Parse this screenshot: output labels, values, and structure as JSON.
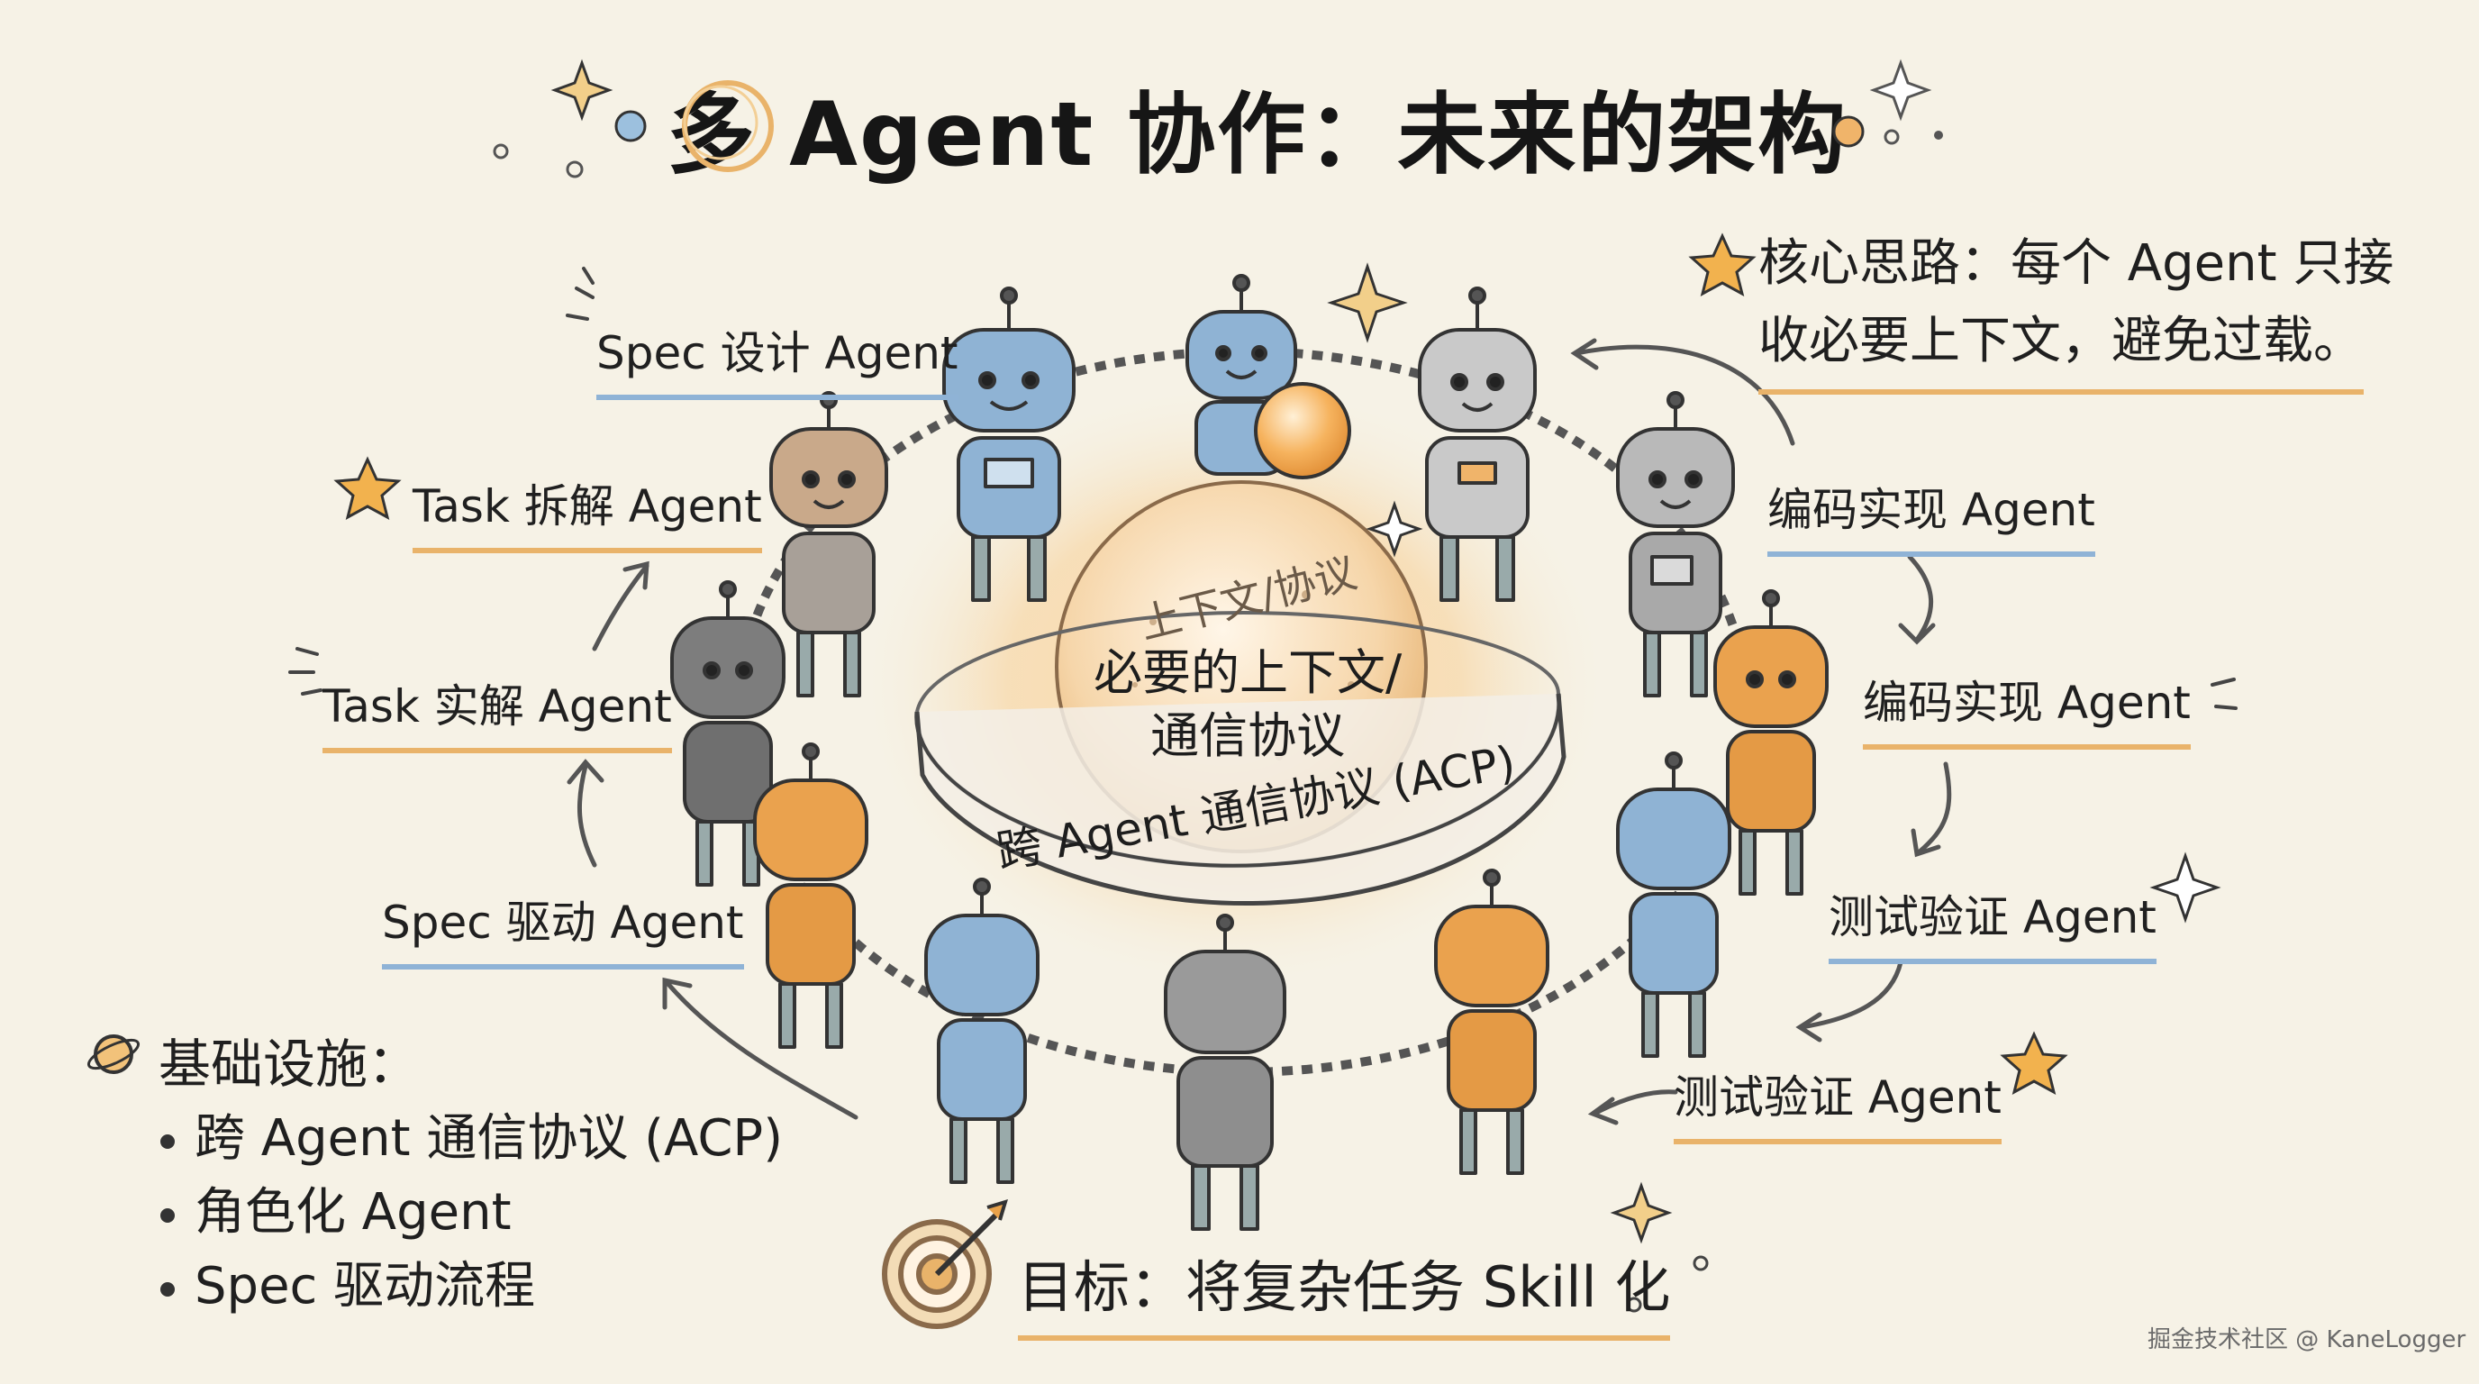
{
  "title": "多 Agent 协作：未来的架构",
  "core_idea": {
    "line1": "核心思路：每个 Agent 只接",
    "line2": "收必要上下文，避免过载。"
  },
  "center": {
    "sphere_top": "上下文/协议",
    "sphere_line1": "必要的上下文/",
    "sphere_line2": "通信协议",
    "band": "跨 Agent 通信协议 (ACP)"
  },
  "left_labels": [
    "Spec 设计 Agent",
    "Task 拆解 Agent",
    "Task 实解 Agent",
    "Spec 驱动 Agent"
  ],
  "right_labels": [
    "编码实现 Agent",
    "编码实现 Agent",
    "测试验证 Agent",
    "测试验证 Agent"
  ],
  "infrastructure": {
    "title": "基础设施：",
    "items": [
      "跨 Agent 通信协议 (ACP)",
      "角色化 Agent",
      "Spec 驱动流程"
    ]
  },
  "goal": "目标：将复杂任务 Skill 化",
  "watermark": "掘金技术社区 @ KaneLogger",
  "colors": {
    "background": "#f6f2e6",
    "accent_orange": "#e9a24a",
    "accent_blue": "#8fb3d6",
    "robot_blue": "#8fb3d4",
    "robot_gray": "#b9b9b9",
    "robot_dark": "#7d7d7d",
    "robot_tan": "#c9a98a"
  }
}
